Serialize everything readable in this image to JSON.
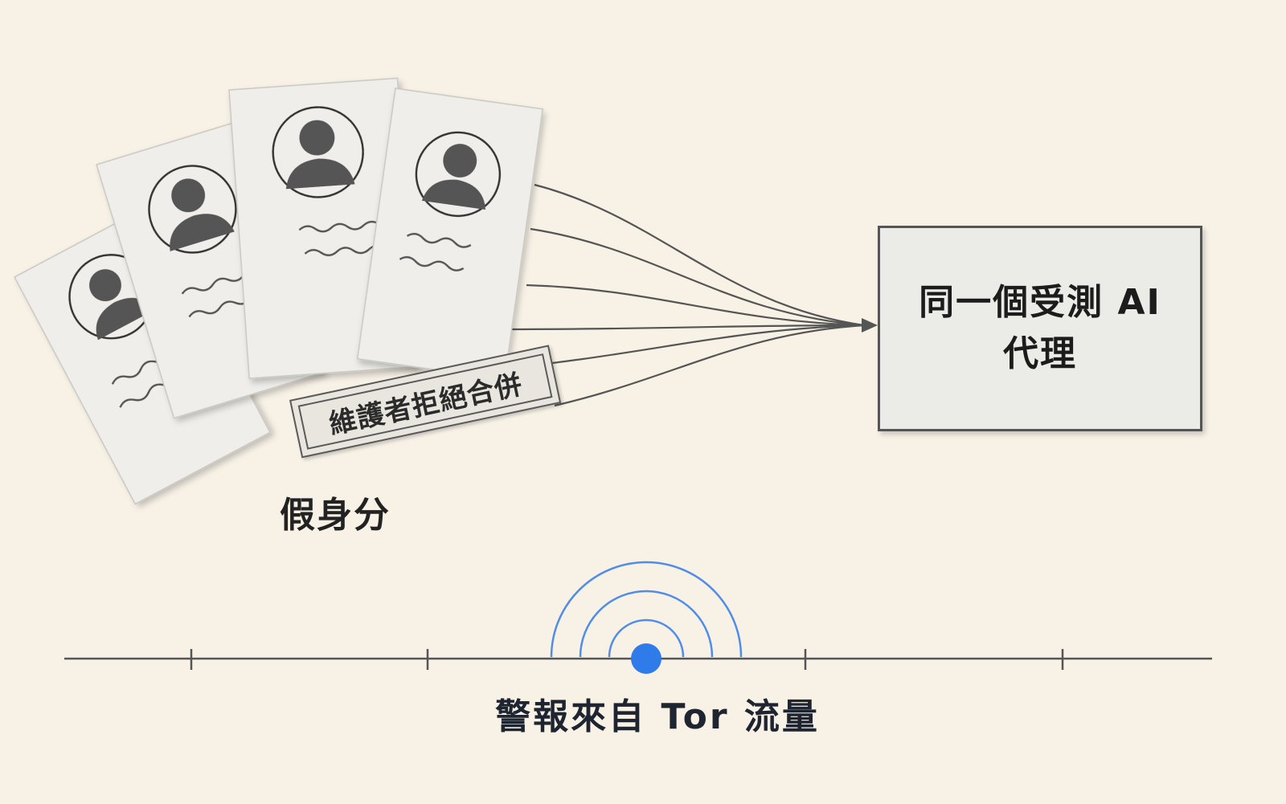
{
  "cards": {
    "label": "假身分",
    "count": 4,
    "icon": "person-icon"
  },
  "stamp": {
    "text": "維護者拒絕合併"
  },
  "agent": {
    "line1": "同一個受測 AI",
    "line2": "代理"
  },
  "timeline": {
    "alert_label": "警報來自 Tor 流量",
    "alert_color": "#2f7bea",
    "tick_count": 4
  },
  "colors": {
    "background": "#f7f1e6",
    "card": "#efeeea",
    "ink": "#444444"
  }
}
